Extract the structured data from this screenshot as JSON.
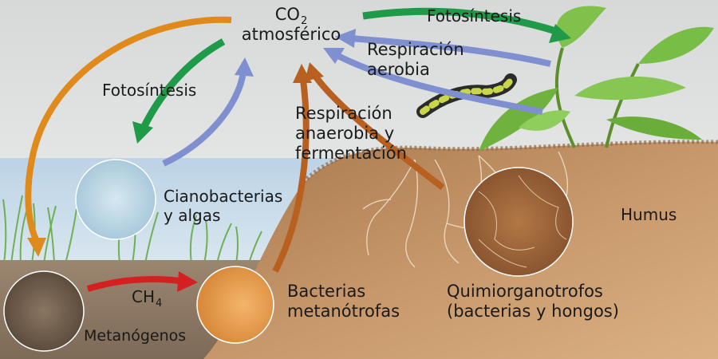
{
  "labels": {
    "co2_base": "CO",
    "co2_subscript": "2",
    "co2_line2": "atmosférico",
    "photosynthesis_plants": "Fotosíntesis",
    "photosynthesis_water": "Fotosíntesis",
    "aerobic_respiration_line1": "Respiración",
    "aerobic_respiration_line2": "aerobia",
    "anaerobic_line1": "Respiración",
    "anaerobic_line2": "anaerobia y",
    "anaerobic_line3": "fermentación",
    "cyanobacteria_line1": "Cianobacterias",
    "cyanobacteria_line2": "y algas",
    "humus": "Humus",
    "ch4_base": "CH",
    "ch4_subscript": "4",
    "methanotrophs_line1": "Bacterias",
    "methanotrophs_line2": "metanótrofas",
    "chemoorganotrophs_line1": "Quimiorganotrofos",
    "chemoorganotrophs_line2": "(bacterias y hongos)",
    "methanogens": "Metanógenos"
  },
  "colors": {
    "photosynthesis_arrow": "#1f9a48",
    "respiration_arrow": "#7f8fd0",
    "anaerobic_arrow": "#b8601f",
    "methanogenesis_arrow": "#e08a1c",
    "methane_arrow": "#d42020",
    "sky": "#e4e6e6",
    "water": "#c9dcea",
    "soil": "#c49566",
    "sediment": "#8a7561"
  }
}
